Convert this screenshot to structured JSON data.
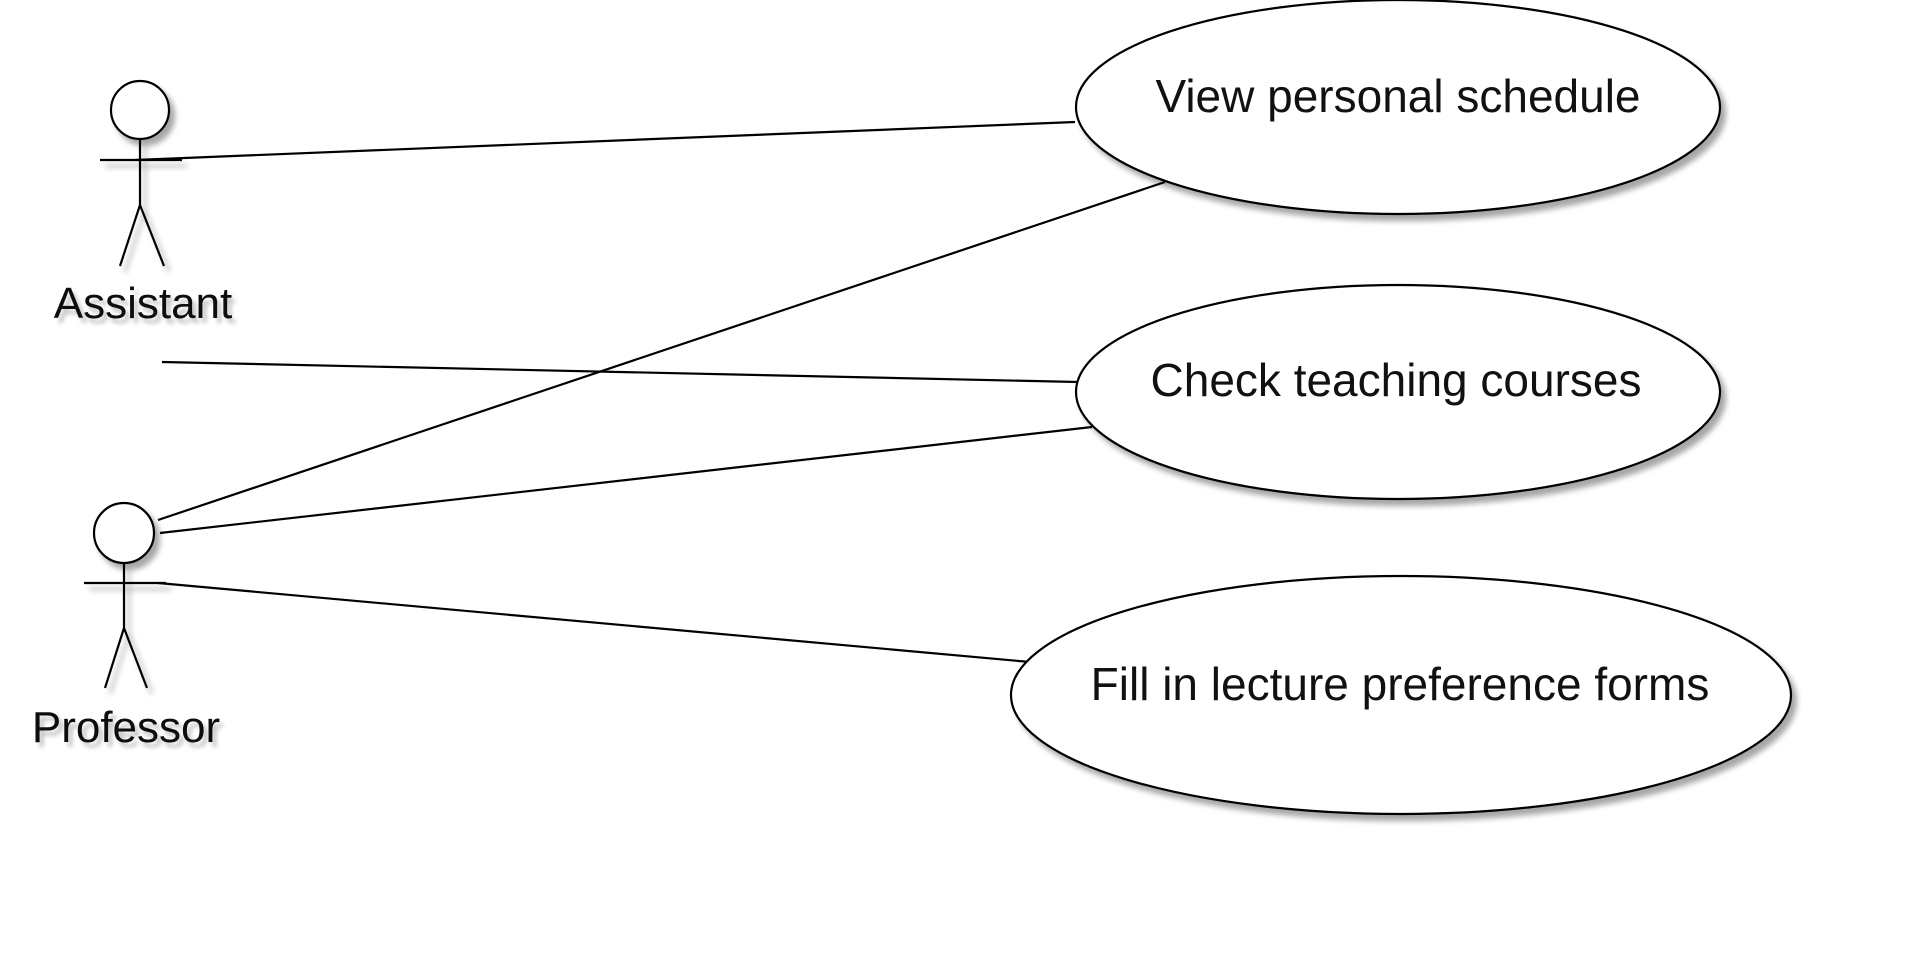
{
  "diagram": {
    "actors": [
      {
        "id": "assistant",
        "label": "Assistant"
      },
      {
        "id": "professor",
        "label": "Professor"
      }
    ],
    "use_cases": [
      {
        "id": "view-schedule",
        "label": "View personal schedule"
      },
      {
        "id": "check-courses",
        "label": "Check teaching courses"
      },
      {
        "id": "fill-forms",
        "label": "Fill in lecture preference forms"
      }
    ],
    "associations": [
      {
        "from": "assistant",
        "to": "view-schedule"
      },
      {
        "from": "assistant",
        "to": "check-courses"
      },
      {
        "from": "professor",
        "to": "view-schedule"
      },
      {
        "from": "professor",
        "to": "check-courses"
      },
      {
        "from": "professor",
        "to": "fill-forms"
      }
    ]
  }
}
